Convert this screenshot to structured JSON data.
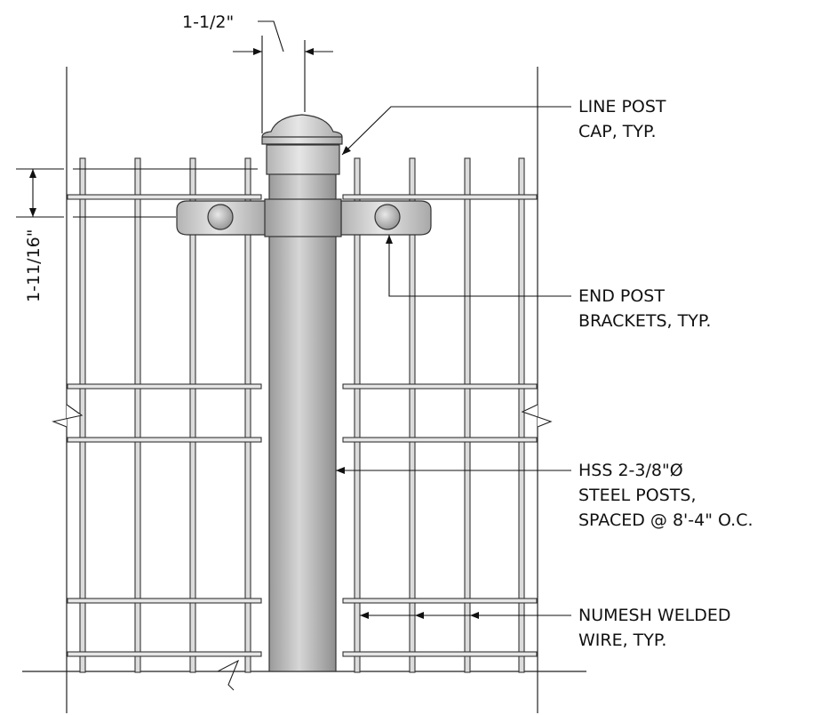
{
  "dimensions": {
    "cap_width": "1-1/2\"",
    "bracket_height": "1-11/16\""
  },
  "callouts": {
    "line_post_cap": {
      "line1": "LINE POST",
      "line2": "CAP, TYP."
    },
    "end_post_brackets": {
      "line1": "END POST",
      "line2": "BRACKETS, TYP."
    },
    "steel_posts": {
      "line1": "HSS 2-3/8\"Ø",
      "line2": "STEEL POSTS,",
      "line3": "SPACED @ 8'-4\" O.C."
    },
    "welded_wire": {
      "line1": "NUMESH WELDED",
      "line2": "WIRE, TYP."
    }
  }
}
